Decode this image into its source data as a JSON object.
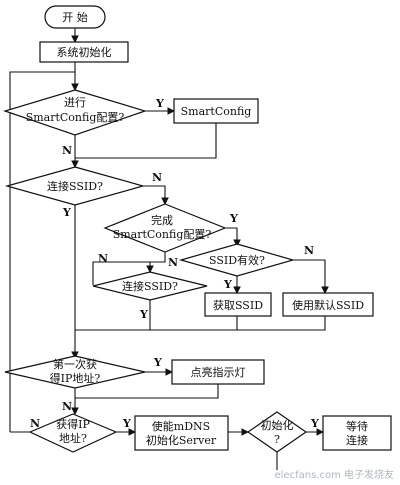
{
  "nodes": {
    "start": "开 始",
    "init": "系统初始化",
    "decide_smartconfig_1": "进行",
    "decide_smartconfig_2": "SmartConfig配置?",
    "smartconfig": "SmartConfig",
    "connect_ssid": "连接SSID?",
    "done_smartconfig_1": "完成",
    "done_smartconfig_2": "SmartConfig配置?",
    "ssid_valid": "SSID有效?",
    "connect_ssid_2": "连接SSID?",
    "get_ssid": "获取SSID",
    "default_ssid": "使用默认SSID",
    "first_ip_1": "第一次获",
    "first_ip_2": "得IP地址?",
    "light": "点亮指示灯",
    "got_ip_1": "获得IP",
    "got_ip_2": "地址?",
    "enable_mdns_1": "使能mDNS",
    "enable_mdns_2": "初始化Server",
    "init_done_1": "初始化",
    "init_done_2": "?",
    "wait_1": "等待",
    "wait_2": "连接"
  },
  "labels": {
    "yes": "Y",
    "no": "N"
  },
  "watermark": "elecfans.com 电子发烧友"
}
